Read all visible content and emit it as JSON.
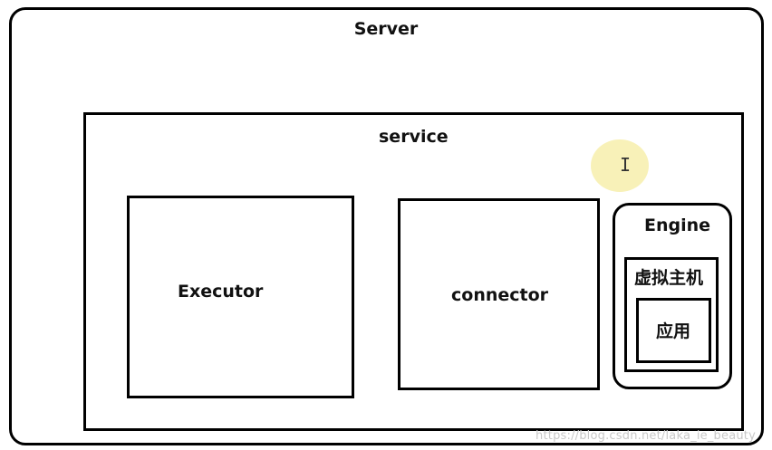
{
  "diagram": {
    "server": {
      "label": "Server"
    },
    "service": {
      "label": "service"
    },
    "executor": {
      "label": "Executor"
    },
    "connector": {
      "label": "connector"
    },
    "engine": {
      "label": "Engine"
    },
    "virtual_host": {
      "label": "虚拟主机"
    },
    "application": {
      "label": "应用"
    }
  },
  "overlay": {
    "cursor_icon": "text-cursor-icon",
    "highlight_color": "#f6eca0"
  },
  "watermark": {
    "text": "https://blog.csdn.net/laka_ie_beauty"
  }
}
